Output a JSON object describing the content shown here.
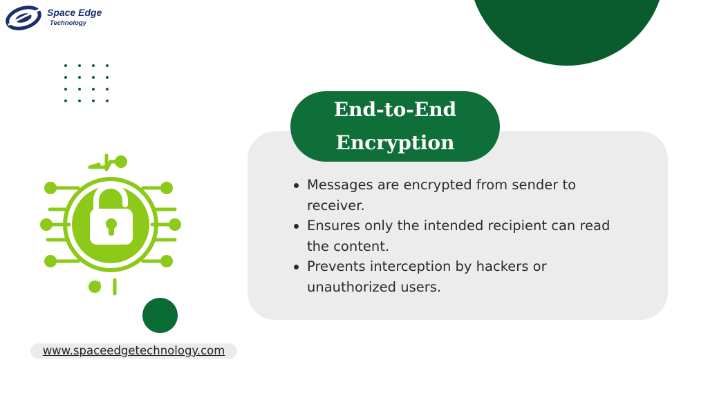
{
  "logo": {
    "brand": "Space Edge",
    "sub": "Technology"
  },
  "slide": {
    "title": "End-to-End Encryption",
    "bullets": [
      "Messages are encrypted from sender to receiver.",
      "Ensures only the intended recipient can read the content.",
      "Prevents interception by hackers or unauthorized users."
    ]
  },
  "footer": {
    "url": "www.spaceedgetechnology.com"
  },
  "colors": {
    "dark_green": "#0a5c2f",
    "pill_green": "#0f6f38",
    "lime": "#8cc919",
    "card_gray": "#ececec",
    "navy": "#1b2f6b"
  },
  "icons": {
    "lock": "padlock-circuit-icon"
  }
}
